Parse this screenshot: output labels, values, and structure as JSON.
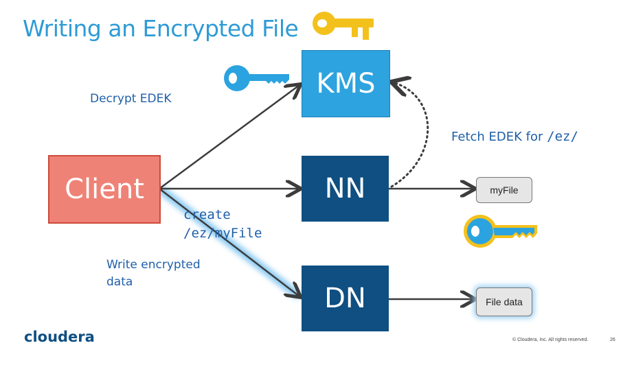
{
  "title": "Writing an Encrypted File",
  "nodes": {
    "kms": "KMS",
    "nn": "NN",
    "dn": "DN",
    "client": "Client"
  },
  "labels": {
    "decrypt_edek": "Decrypt EDEK",
    "fetch_prefix": "Fetch EDEK for ",
    "fetch_path": "/ez/",
    "create_line1": "create",
    "create_line2": "/ez/myFile",
    "write_line1": "Write encrypted",
    "write_line2": "data"
  },
  "files": {
    "myfile": "myFile",
    "filedata": "File data"
  },
  "footer": {
    "logo": "cloudera",
    "copyright": "© Cloudera, Inc. All rights reserved.",
    "page": "26"
  },
  "colors": {
    "kms": "#2da3df",
    "nn_dn": "#0f4f82",
    "client": "#ef8276",
    "key_gold": "#f3c11c",
    "key_blue": "#2ba3e0",
    "glow": "#5fb3ea"
  },
  "icons": [
    "gold-key-icon",
    "blue-key-icon",
    "encrypted-key-icon"
  ]
}
